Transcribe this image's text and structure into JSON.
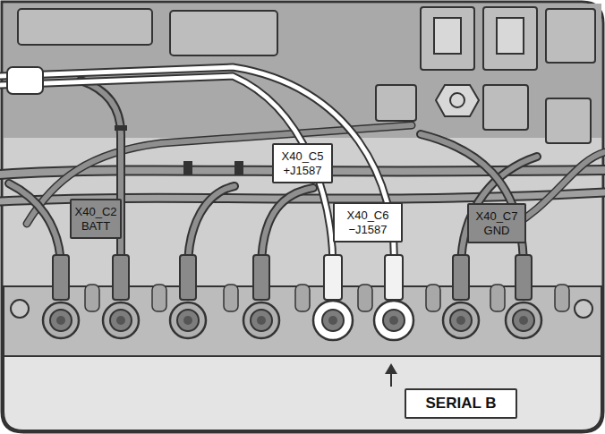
{
  "diagram": {
    "nodes": [
      {
        "text": [
          "X40_C2 BATT"
        ]
      },
      {
        "text": [
          "X40_C5 +J1587"
        ]
      },
      {
        "text": [
          "X40_C6 −J1587"
        ]
      },
      {
        "text": [
          "X40_C7 GND"
        ]
      },
      {
        "text": [
          "SERIAL B"
        ]
      }
    ],
    "edges": []
  }
}
